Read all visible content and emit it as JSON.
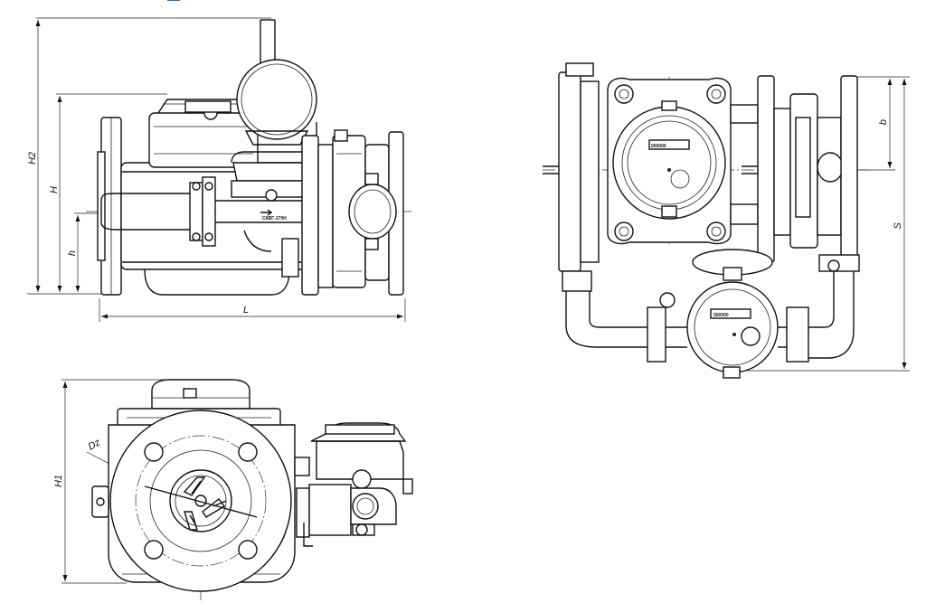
{
  "labels": {
    "h2": "H2",
    "h": "H",
    "h_small": "h",
    "l": "L",
    "b": "b",
    "s": "S",
    "h1": "H1",
    "dz": "Dz"
  },
  "marking": "СКВГ-170Н",
  "counter_digits": "000000",
  "colors": {
    "line": "#111111",
    "background": "#ffffff",
    "accent": "#2a6fc9"
  }
}
